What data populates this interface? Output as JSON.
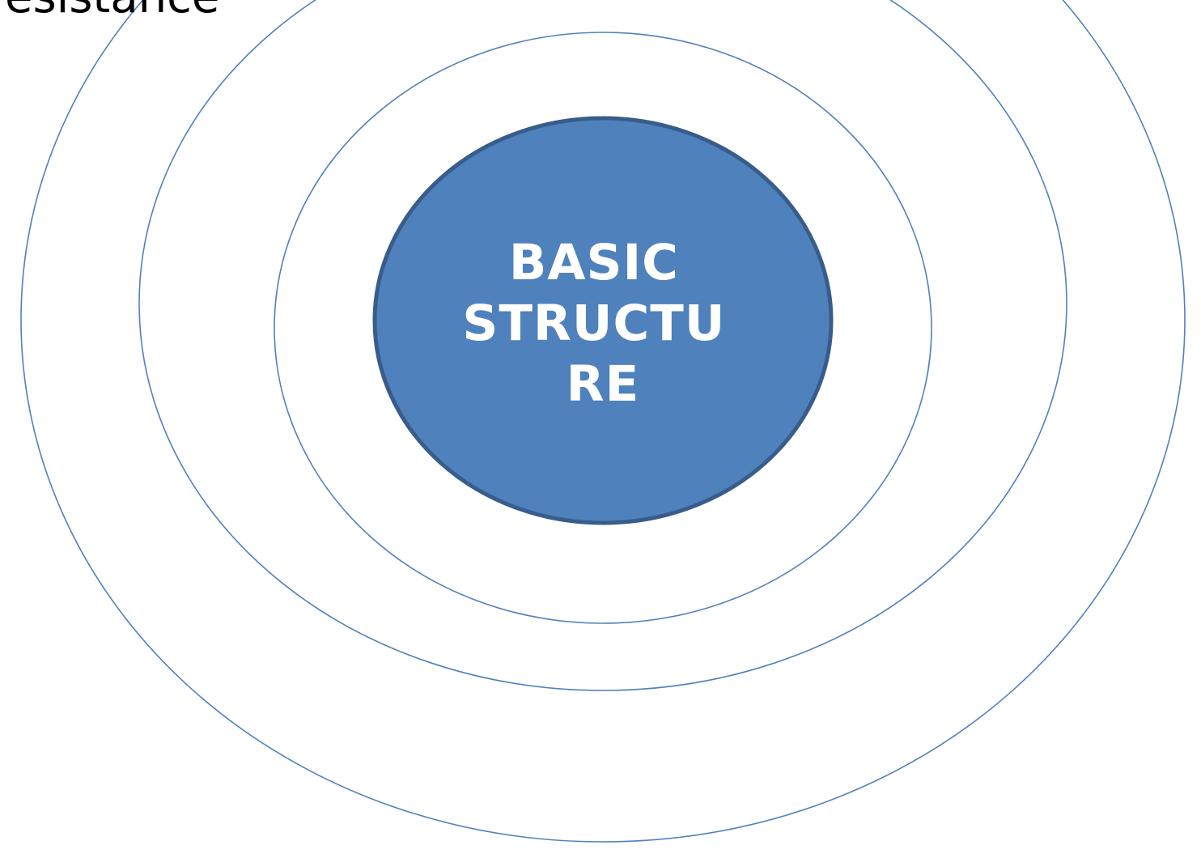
{
  "diagram": {
    "corner_text": "esistance",
    "core_label_lines": [
      "BASIC",
      "STRUCTU",
      "RE"
    ]
  },
  "colors": {
    "ring_stroke": "#4f81bd",
    "core_fill": "#4f81bd",
    "core_border": "#385d8a",
    "core_text": "#ffffff",
    "corner_text": "#000000"
  }
}
